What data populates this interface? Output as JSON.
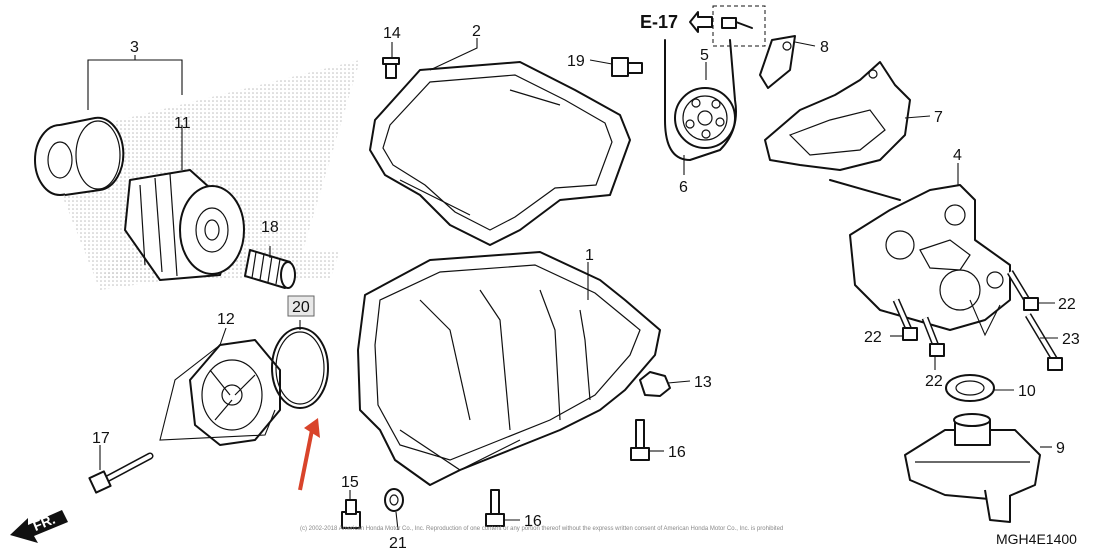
{
  "diagram_code": "MGH4E1400",
  "cross_reference": "E-17",
  "front_marker": "FR.",
  "copyright": "(c) 2002-2018 American Honda Motor Co., Inc. Reproduction of one content or any portion thereof without the express written consent of American Honda Motor Co., Inc. is prohibited",
  "parts": {
    "p1": "1",
    "p2": "2",
    "p3": "3",
    "p4": "4",
    "p5": "5",
    "p6": "6",
    "p7": "7",
    "p8": "8",
    "p9": "9",
    "p10": "10",
    "p11": "11",
    "p12": "12",
    "p13": "13",
    "p14": "14",
    "p15": "15",
    "p16a": "16",
    "p16b": "16",
    "p17": "17",
    "p18": "18",
    "p19": "19",
    "p20": "20",
    "p21": "21",
    "p22a": "22",
    "p22b": "22",
    "p22c": "22",
    "p23": "23"
  },
  "colors": {
    "ink": "#111111",
    "watermark": "#c8c8c8",
    "arrow": "#d9442b",
    "highlight_box": "#e8e8e8"
  }
}
